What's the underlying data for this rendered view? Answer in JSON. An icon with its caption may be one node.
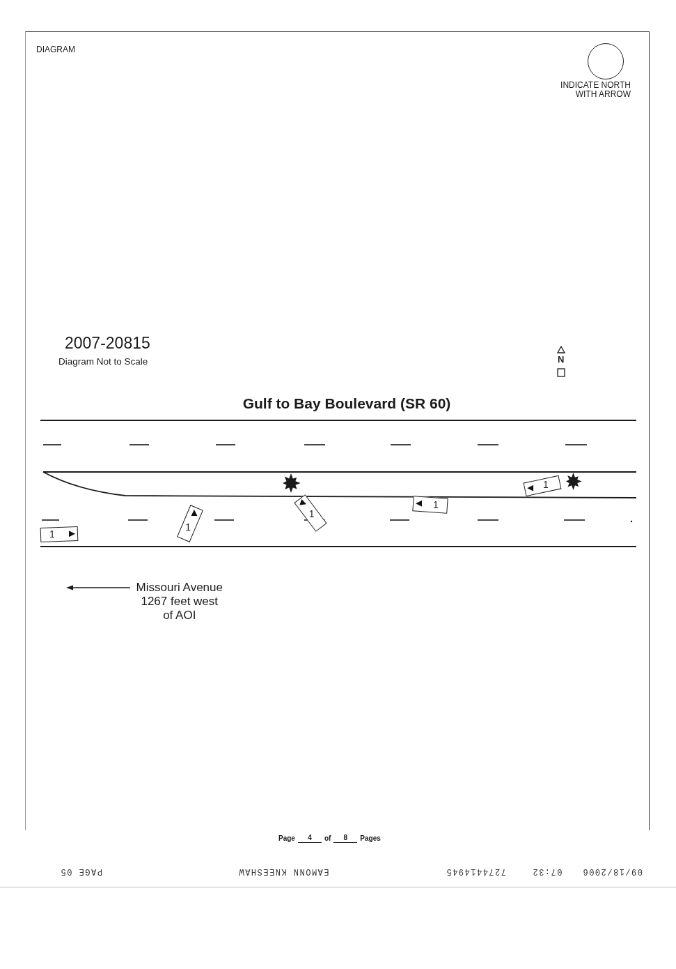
{
  "diagram": {
    "title": "DIAGRAM",
    "nodes": [
      {
        "text": [],
        "shape": "circle",
        "beside": [
          "INDICATE NORTH WITH ARROW"
        ]
      },
      {
        "text": [
          "1"
        ]
      },
      {
        "text": [
          "1"
        ]
      },
      {
        "text": [
          "1"
        ]
      },
      {
        "text": [
          "1"
        ]
      },
      {
        "text": [
          "1"
        ]
      }
    ],
    "labels": [
      "2007-20815",
      "Diagram Not to Scale",
      "N",
      "Gulf to Bay Boulevard (SR 60)",
      "Missouri Avenue 1267 feet west of AOI",
      "Page",
      "4",
      "of",
      "8",
      "Pages",
      "09/18/2006",
      "07:32",
      "7274414945",
      "EAMONN KNEESHAW",
      "PAGE 05"
    ]
  }
}
